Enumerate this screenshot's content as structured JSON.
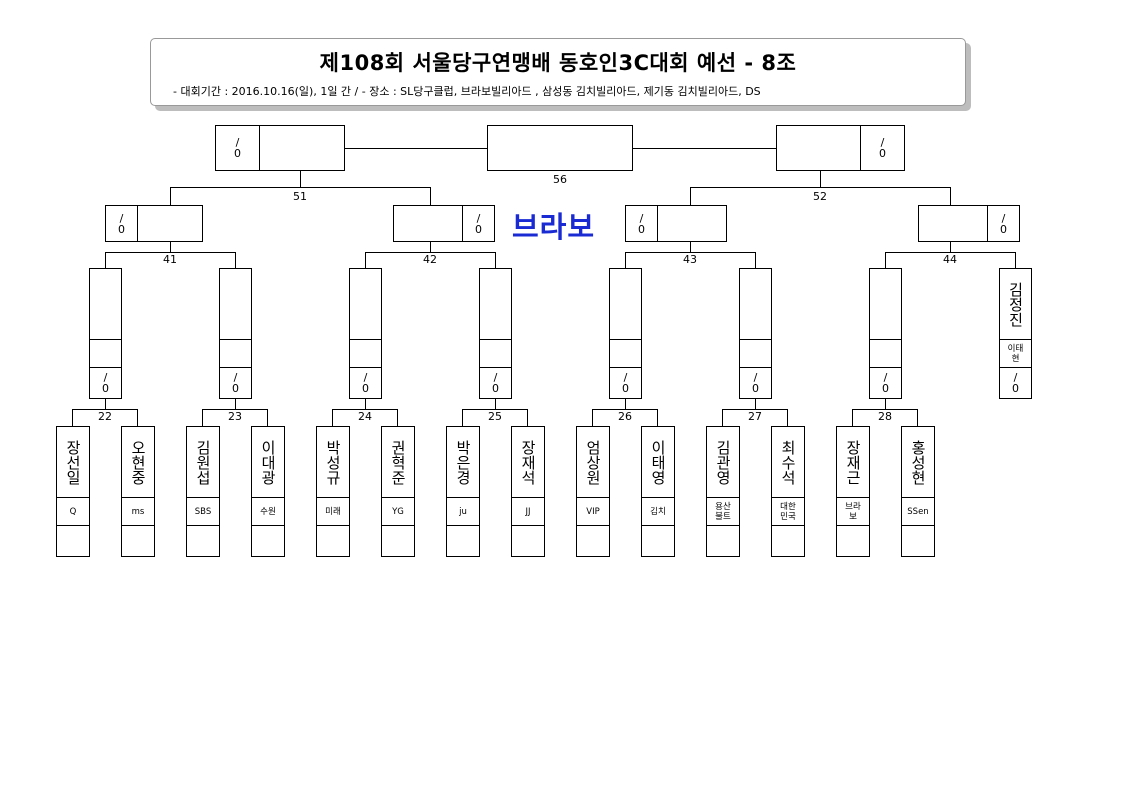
{
  "header": {
    "title": "제108회 서울당구연맹배 동호인3C대회 예선 - 8조",
    "subtitle": "- 대회기간 : 2016.10.16(일), 1일 간 / - 장소 : SL당구클럽, 브라보빌리아드 , 삼성동 김치빌리아드, 제기동 김치빌리아드, DS"
  },
  "venue_label": "브라보",
  "score_placeholder": {
    "top": "/",
    "bottom": "0"
  },
  "match_numbers": {
    "m22": "22",
    "m23": "23",
    "m24": "24",
    "m25": "25",
    "m26": "26",
    "m27": "27",
    "m28": "28",
    "m41": "41",
    "m42": "42",
    "m43": "43",
    "m44": "44",
    "m51": "51",
    "m52": "52",
    "m56": "56"
  },
  "players": [
    {
      "name": "장선일",
      "club": "Q"
    },
    {
      "name": "오현중",
      "club": "ms"
    },
    {
      "name": "김원섭",
      "club": "SBS"
    },
    {
      "name": "이대광",
      "club": "수원"
    },
    {
      "name": "박성규",
      "club": "미래"
    },
    {
      "name": "권혁준",
      "club": "YG"
    },
    {
      "name": "박은경",
      "club": "ju"
    },
    {
      "name": "장재석",
      "club": "JJ"
    },
    {
      "name": "엄상원",
      "club": "VIP"
    },
    {
      "name": "이태영",
      "club": "김치"
    },
    {
      "name": "김관영",
      "club": "용산 불트"
    },
    {
      "name": "최수석",
      "club": "대한 민국"
    },
    {
      "name": "장재근",
      "club": "브라 보"
    },
    {
      "name": "홍성현",
      "club": "SSen"
    }
  ],
  "seeded_player": {
    "name": "김정진",
    "club": "이태 현"
  }
}
